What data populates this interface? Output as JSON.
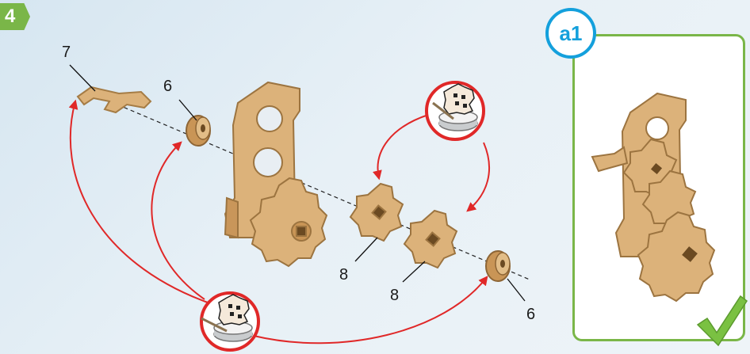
{
  "step": {
    "number": "4"
  },
  "labels": {
    "part_7": "7",
    "part_6_top": "6",
    "part_8_left": "8",
    "part_8_right": "8",
    "part_6_bottom": "6"
  },
  "result_panel": {
    "badge": "a1"
  },
  "icons": {
    "glue_top": "glue-cup-icon",
    "glue_bottom": "glue-cup-icon",
    "check": "check-mark-icon"
  },
  "colors": {
    "step_green": "#7ab648",
    "badge_blue": "#14a0dc",
    "arrow_red": "#e02828",
    "wood": "#dcb27a"
  }
}
